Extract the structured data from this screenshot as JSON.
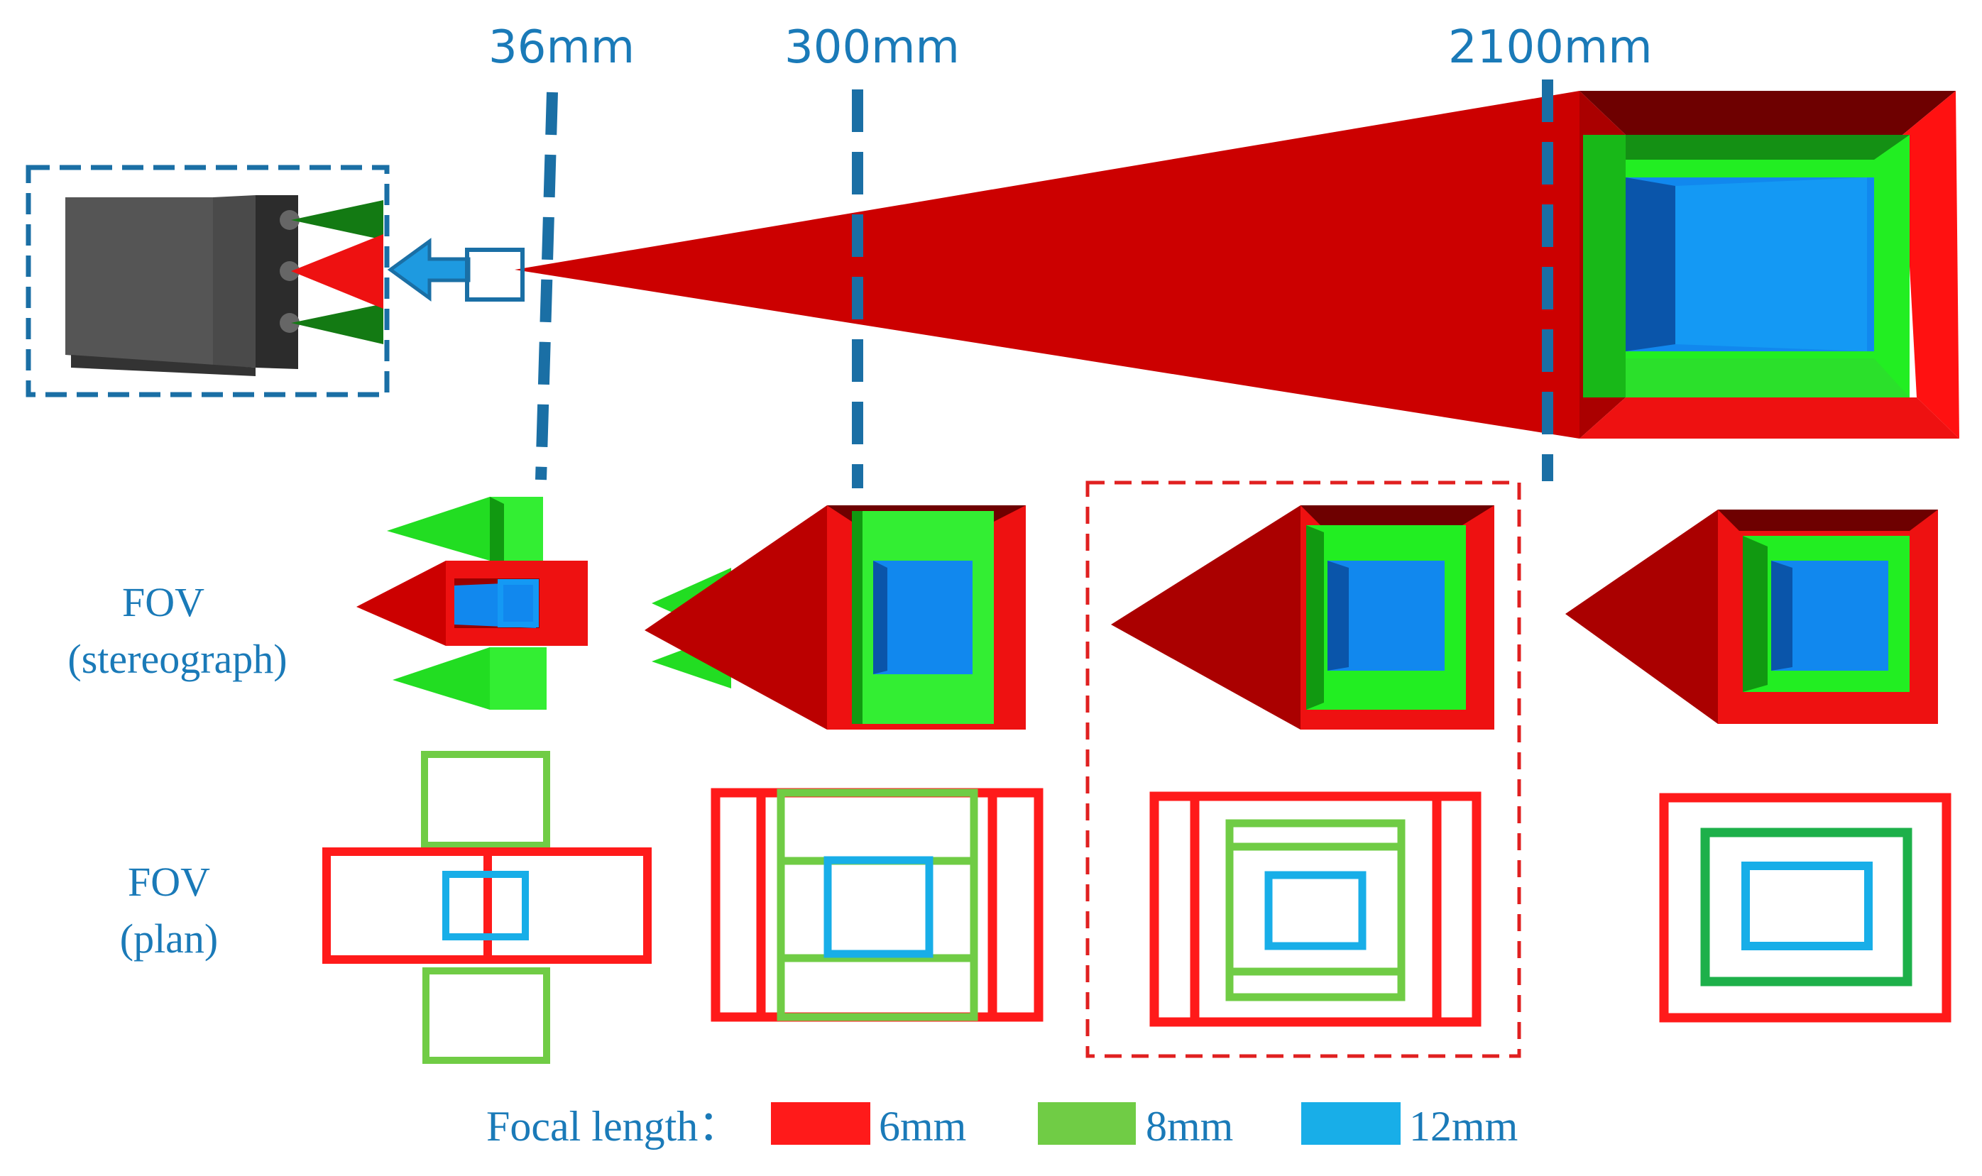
{
  "distances": [
    "36mm",
    "300mm",
    "2100mm"
  ],
  "rows": {
    "stereo": [
      "FOV",
      "(stereograph)"
    ],
    "plan": [
      "FOV",
      "(plan)"
    ]
  },
  "legend": {
    "title": "Focal length：",
    "items": [
      {
        "label": "6mm",
        "color": "#ff1a1a"
      },
      {
        "label": "8mm",
        "color": "#70cc45"
      },
      {
        "label": "12mm",
        "color": "#18aee8"
      }
    ]
  },
  "colors": {
    "accent_blue": "#1a7ab8",
    "cone_red": "#cc0000",
    "red_dark": "#990000",
    "green": "#22ee22",
    "green_dark": "#159915",
    "blue": "#1188ee",
    "blue_dark": "#0a55aa",
    "plan_green_alt": "#1db04a",
    "callout_red": "#e02020",
    "camera": "#444444"
  }
}
